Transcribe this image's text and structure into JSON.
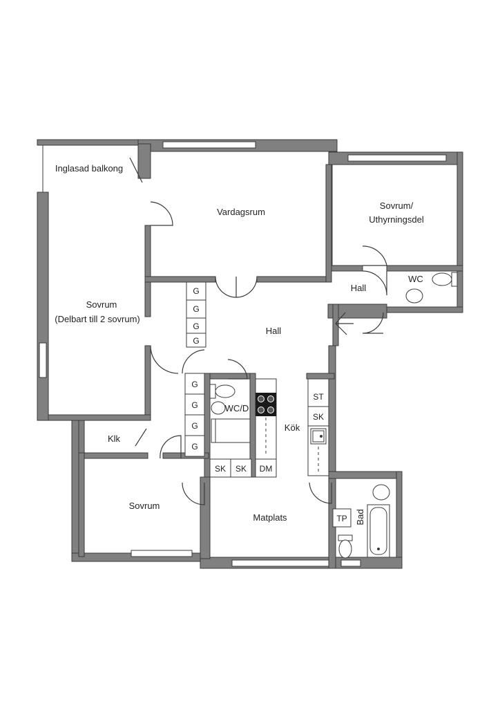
{
  "rooms": {
    "balcony": "Inglasad balkong",
    "living": "Vardagsrum",
    "bedroom_rent_1": "Sovrum/",
    "bedroom_rent_2": "Uthyrningsdel",
    "hall_small": "Hall",
    "wc": "WC",
    "bedroom_large_1": "Sovrum",
    "bedroom_large_2": "(Delbart till 2 sovrum)",
    "hall": "Hall",
    "wc_shower": "WC/D",
    "kitchen": "Kök",
    "closet": "Klk",
    "bedroom_small": "Sovrum",
    "dining": "Matplats",
    "bath": "Bad"
  },
  "fixtures": {
    "wardrobe": "G",
    "cabinet": "SK",
    "dishwasher": "DM",
    "cleaning_cabinet": "ST",
    "dryer": "TP"
  }
}
